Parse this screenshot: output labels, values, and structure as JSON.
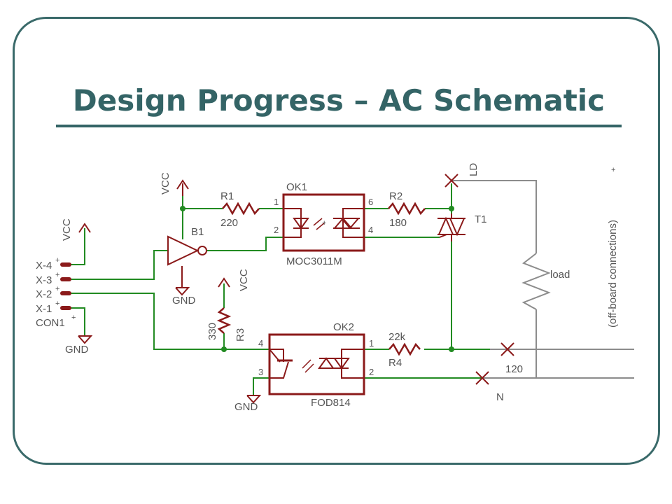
{
  "slide": {
    "title": "Design Progress – AC Schematic"
  },
  "schematic": {
    "colors": {
      "net": "#228b22",
      "component": "#8b1a1a",
      "offboard": "#8c8c8c",
      "label": "#555555",
      "frame": "#3a6a6a",
      "title": "#346466"
    },
    "labels": {
      "vcc_left": "VCC",
      "vcc_top": "VCC",
      "vcc_mid": "VCC",
      "gnd_buffer": "GND",
      "gnd_connector": "GND",
      "gnd_ok2": "GND",
      "x4": "X-4",
      "x3": "X-3",
      "x2": "X-2",
      "x1": "X-1",
      "con1": "CON1",
      "b1": "B1",
      "r1_name": "R1",
      "r1_value": "220",
      "ok1_name": "OK1",
      "ok1_part": "MOC3011M",
      "r2_name": "R2",
      "r2_value": "180",
      "t1": "T1",
      "ld": "LD",
      "load": "load",
      "offboard": "(off-board connections)",
      "r3_name": "R3",
      "r3_value": "330",
      "ok2_name": "OK2",
      "ok2_part": "FOD814",
      "r4_name": "R4",
      "r4_value": "22k",
      "line_120": "120",
      "line_n": "N",
      "pin_ok1_1": "1",
      "pin_ok1_2": "2",
      "pin_ok1_6": "6",
      "pin_ok1_4": "4",
      "pin_ok2_4": "4",
      "pin_ok2_3": "3",
      "pin_ok2_1": "1",
      "pin_ok2_2": "2",
      "plus": "+"
    }
  }
}
